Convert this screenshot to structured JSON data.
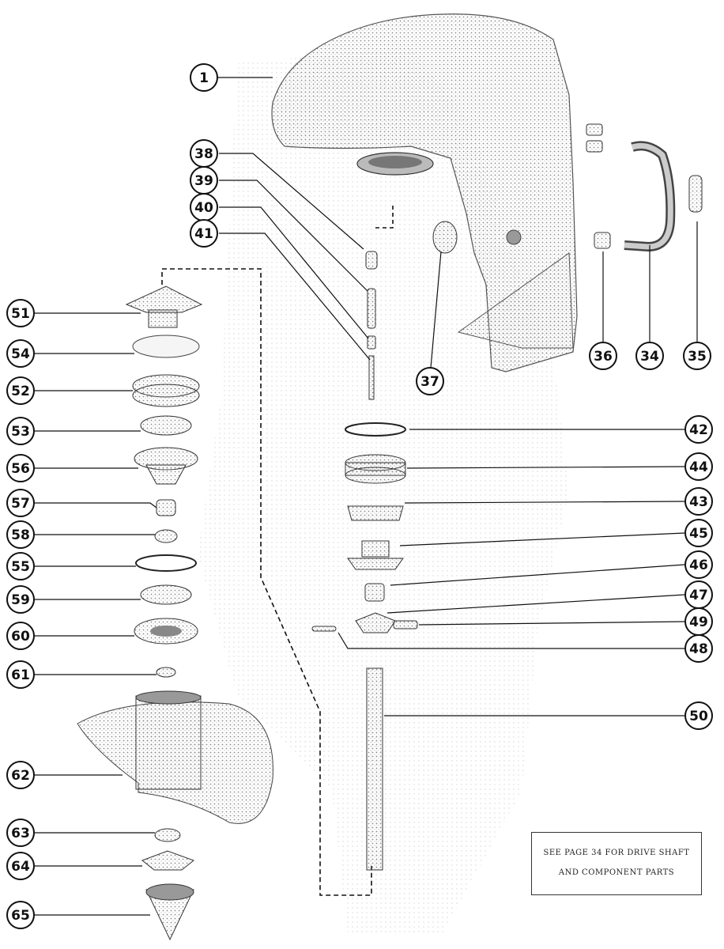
{
  "diagram": {
    "callouts": {
      "p1": "1",
      "p38": "38",
      "p39": "39",
      "p40": "40",
      "p41": "41",
      "p37": "37",
      "p36": "36",
      "p34": "34",
      "p35": "35",
      "p51": "51",
      "p54": "54",
      "p52": "52",
      "p53": "53",
      "p56": "56",
      "p57": "57",
      "p58": "58",
      "p55": "55",
      "p59": "59",
      "p60": "60",
      "p61": "61",
      "p62": "62",
      "p63": "63",
      "p64": "64",
      "p65": "65",
      "p42": "42",
      "p44": "44",
      "p43": "43",
      "p45": "45",
      "p46": "46",
      "p47": "47",
      "p49": "49",
      "p48": "48",
      "p50": "50"
    },
    "note": {
      "line1": "SEE PAGE 34 FOR DRIVE SHAFT",
      "line2": "AND COMPONENT PARTS"
    },
    "colors": {
      "ink": "#111111",
      "part_fill": "#d4d4d4",
      "part_dark": "#9a9a9a",
      "halftone": "#e3e3e3"
    }
  }
}
